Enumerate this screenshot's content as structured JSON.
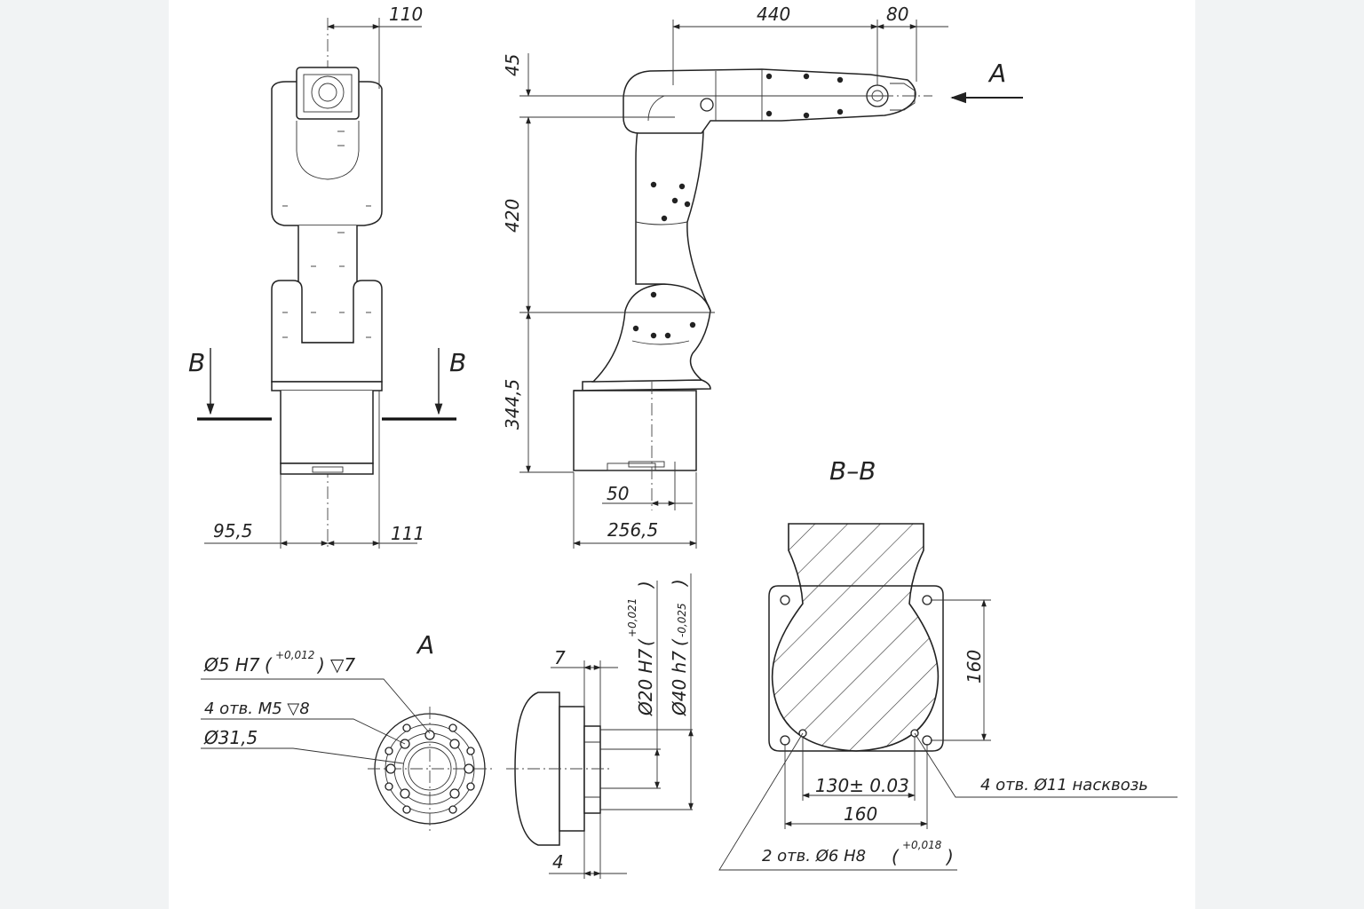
{
  "drawing": {
    "front_view": {
      "top_width_dim": "110",
      "bottom_left_dim": "95,5",
      "bottom_right_dim": "111",
      "section_letter_left": "B",
      "section_letter_right": "B"
    },
    "side_view": {
      "reach_dim": "440",
      "flange_dim": "80",
      "offset_dim": "45",
      "upper_arm_dim": "420",
      "base_height_dim": "344,5",
      "base_width_dim": "256,5",
      "small_dim": "50",
      "view_arrow_letter": "A"
    },
    "view_a": {
      "title": "A",
      "note_pin_hole": "Ø5 H7",
      "note_pin_hole_tol": "+0,012",
      "note_pin_hole_depth": "▽7",
      "note_threads": "4 отв. M5 ▽8",
      "note_bore": "Ø31,5"
    },
    "flange_side": {
      "dim_top": "7",
      "dim_bottom": "4",
      "dia_inner": "Ø20 H7",
      "dia_inner_tol": "+0,021",
      "dia_outer": "Ø40 h7",
      "dia_outer_tol": "-0,025"
    },
    "section_bb": {
      "title": "B–B",
      "dim_vertical": "160",
      "dim_holes": "130± 0.03",
      "dim_horizontal": "160",
      "note_holes_through": "4 отв. Ø11 насквозь",
      "note_pin_holes": "2 отв. Ø6 H8",
      "note_pin_holes_tol": "+0,018"
    }
  }
}
